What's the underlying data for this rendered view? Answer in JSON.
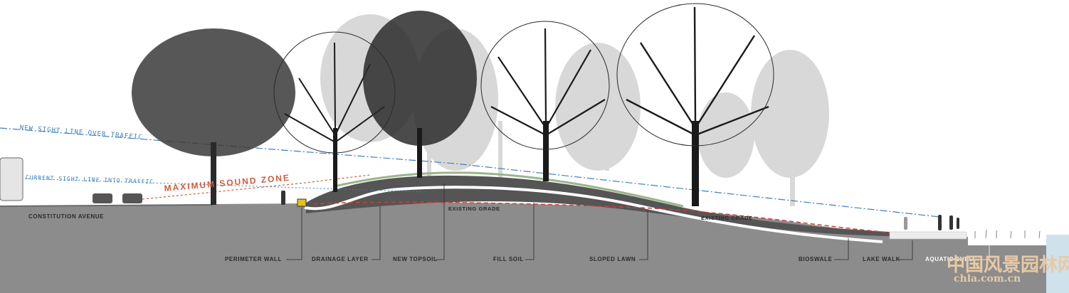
{
  "sight_lines": {
    "new": "NEW SIGHT LINE OVER TRAFFIC",
    "current": "CURRENT SIGHT LINE INTO TRAFFIC"
  },
  "sound_zone": "MAXIMUM SOUND ZONE",
  "road_label": "CONSTITUTION AVENUE",
  "grade_labels": [
    "EXISTING GRADE",
    "EXISTING GRADE"
  ],
  "callouts": [
    "PERIMETER WALL",
    "DRAINAGE LAYER",
    "NEW TOPSOIL",
    "FILL SOIL",
    "SLOPED LAWN",
    "BIOSWALE",
    "LAKE WALK",
    "AQUATIC SHELF"
  ],
  "watermark": {
    "cn": "中国风景园林网",
    "url": "chla.com.cn"
  },
  "colors": {
    "ground": "#8c8c8c",
    "berm": "#555555",
    "sight_line": "#3e7fc1",
    "sound_zone": "#d05a3a",
    "existing_grade": "#d43a3a",
    "drainage": "#ffffff",
    "water": "#cfe1ea"
  }
}
